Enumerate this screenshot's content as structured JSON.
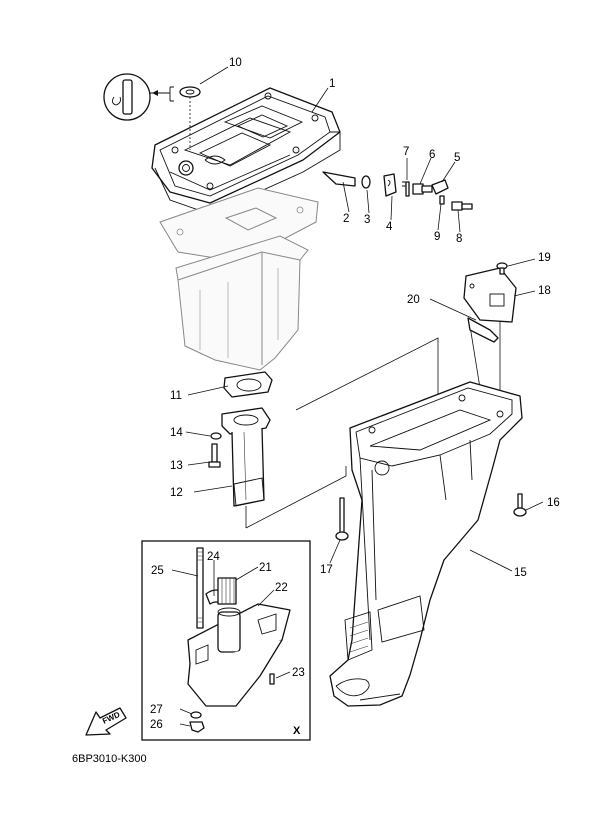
{
  "diagram": {
    "code": "6BP3010-K300",
    "inset_label": "X",
    "fwd_label": "FWD",
    "part_numbers": [
      "1",
      "2",
      "3",
      "4",
      "5",
      "6",
      "7",
      "8",
      "9",
      "10",
      "11",
      "12",
      "13",
      "14",
      "15",
      "16",
      "17",
      "18",
      "19",
      "20",
      "21",
      "22",
      "23",
      "24",
      "25",
      "26",
      "27"
    ]
  }
}
